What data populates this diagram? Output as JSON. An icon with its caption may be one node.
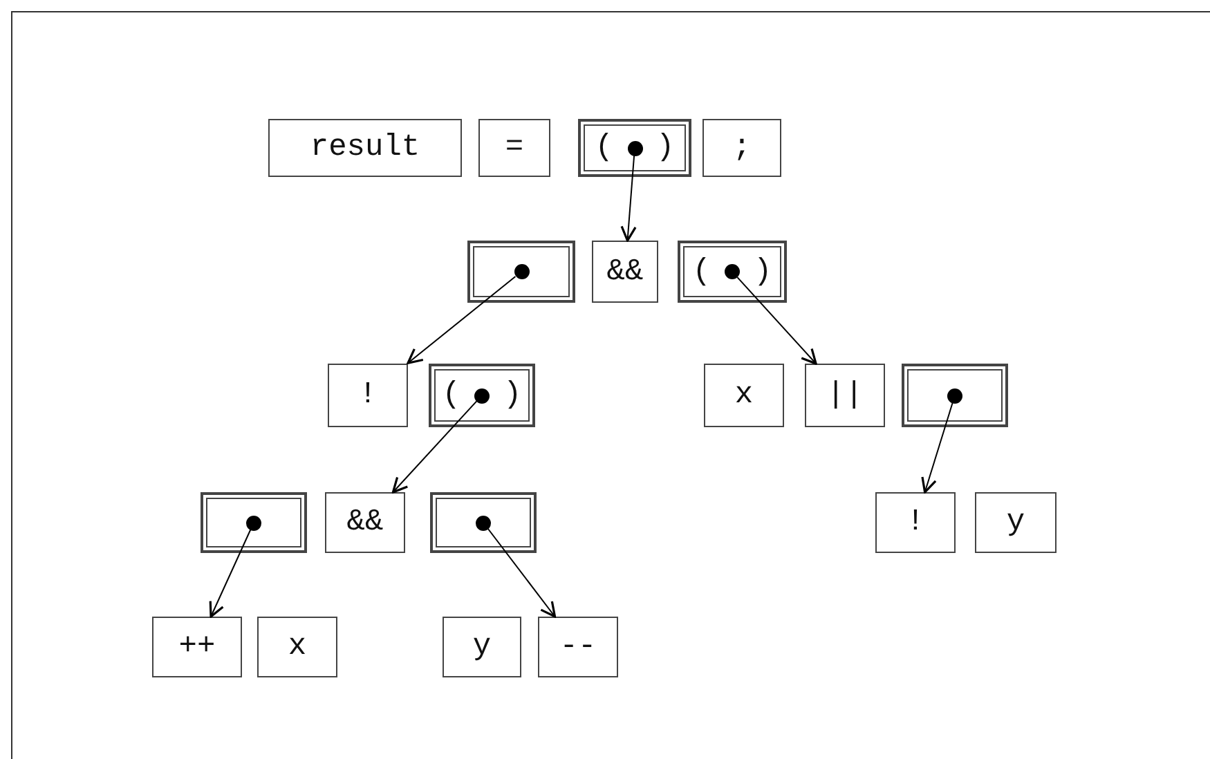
{
  "diagram": {
    "nodes": [
      {
        "text": [
          "result"
        ]
      },
      {
        "text": [
          "="
        ]
      },
      {
        "text": [
          "(",
          ")"
        ]
      },
      {
        "text": [],
        "shape": "circle",
        "in": 2
      },
      {
        "text": [
          ";"
        ]
      },
      {
        "text": [],
        "shape": "box"
      },
      {
        "text": [],
        "shape": "circle",
        "in": 5
      },
      {
        "text": [
          "&&"
        ]
      },
      {
        "text": [
          "(",
          ")"
        ]
      },
      {
        "text": [],
        "shape": "circle",
        "in": 8
      },
      {
        "text": [
          "!"
        ]
      },
      {
        "text": [
          "(",
          ")"
        ]
      },
      {
        "text": [],
        "shape": "circle",
        "in": 11
      },
      {
        "text": [
          "x"
        ]
      },
      {
        "text": [
          "||"
        ]
      },
      {
        "text": [],
        "shape": "box"
      },
      {
        "text": [],
        "shape": "circle",
        "in": 15
      },
      {
        "text": [],
        "shape": "box"
      },
      {
        "text": [],
        "shape": "circle",
        "in": 17
      },
      {
        "text": [
          "&&"
        ]
      },
      {
        "text": [],
        "shape": "box"
      },
      {
        "text": [],
        "shape": "circle",
        "in": 20
      },
      {
        "text": [
          "!"
        ]
      },
      {
        "text": [
          "y"
        ]
      },
      {
        "text": [
          "++"
        ]
      },
      {
        "text": [
          "x"
        ]
      },
      {
        "text": [
          "y"
        ]
      },
      {
        "text": [
          "--"
        ]
      }
    ],
    "edges": [
      {
        "from": 3,
        "to": 7,
        "arrow": "to"
      },
      {
        "from": 6,
        "to": 10,
        "arrow": "to"
      },
      {
        "from": 9,
        "to": 14,
        "arrow": "to"
      },
      {
        "from": 12,
        "to": 19,
        "arrow": "to"
      },
      {
        "from": 16,
        "to": 22,
        "arrow": "to"
      },
      {
        "from": 18,
        "to": 24,
        "arrow": "to"
      },
      {
        "from": 21,
        "to": 27,
        "arrow": "to"
      }
    ]
  }
}
